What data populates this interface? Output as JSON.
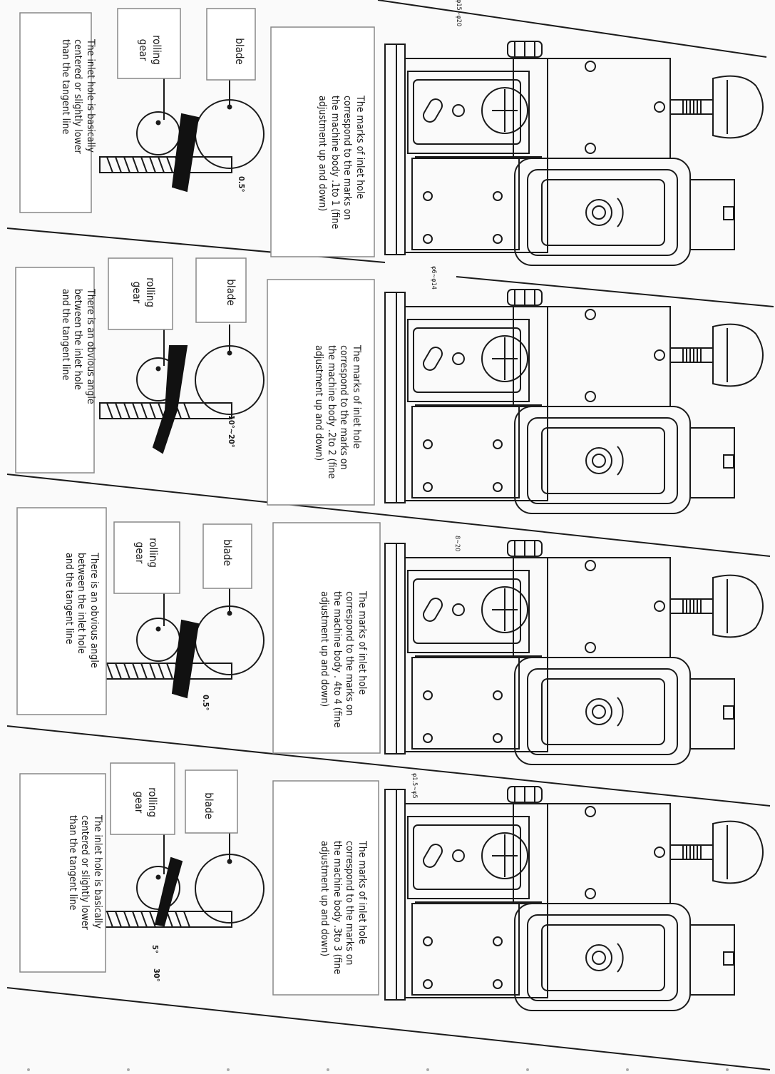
{
  "panels": [
    {
      "id": "p1",
      "note": "The  marks of inlet hole\ncorrespond to the  marks on\nthe machine body .1to 1 (fine\nadjustment up and down)",
      "blade_label": "blade",
      "gear_label": "rolling\ngear",
      "side_note": "The inlet hole is basically\ncentered or slightly lower\nthan the tangent line",
      "range": "φ15~φ20",
      "angle": "0.5°"
    },
    {
      "id": "p2",
      "note": "The  marks of inlet hole\ncorrespond to the  marks on\nthe machine body .2to 2 (fine\nadjustment up and down)",
      "blade_label": "blade",
      "gear_label": "rolling\ngear",
      "side_note": "There is an obvious angle\nbetween the inlet hole\nand the tangent line",
      "range": "φ6~φ14",
      "angle": "10°~20°"
    },
    {
      "id": "p3",
      "note": "The  marks of inlet hole\ncorrespond to the  marks on\nthe machine body . 4to 4 (fine\nadjustment up and down)",
      "blade_label": "blade",
      "gear_label": "rolling\ngear",
      "side_note": "There is an obvious angle\nbetween the inlet hole\nand the tangent line",
      "range": "8~20",
      "angle": "0.5°"
    },
    {
      "id": "p4",
      "note": "The  marks of inlet hole\ncorrespond to the  marks on\nthe machine body .3to 3 (fine\nadjustment up and down)",
      "blade_label": "blade",
      "gear_label": "rolling\ngear",
      "side_note": "The inlet hole is basically\ncentered or slightly lower\nthan the tangent line",
      "range": "φ1.5~φ5",
      "angle_a": "5°",
      "angle_b": "30°"
    }
  ],
  "colors": {
    "ink": "#1a1a1a",
    "paper": "#fafafa",
    "box": "#888888"
  }
}
